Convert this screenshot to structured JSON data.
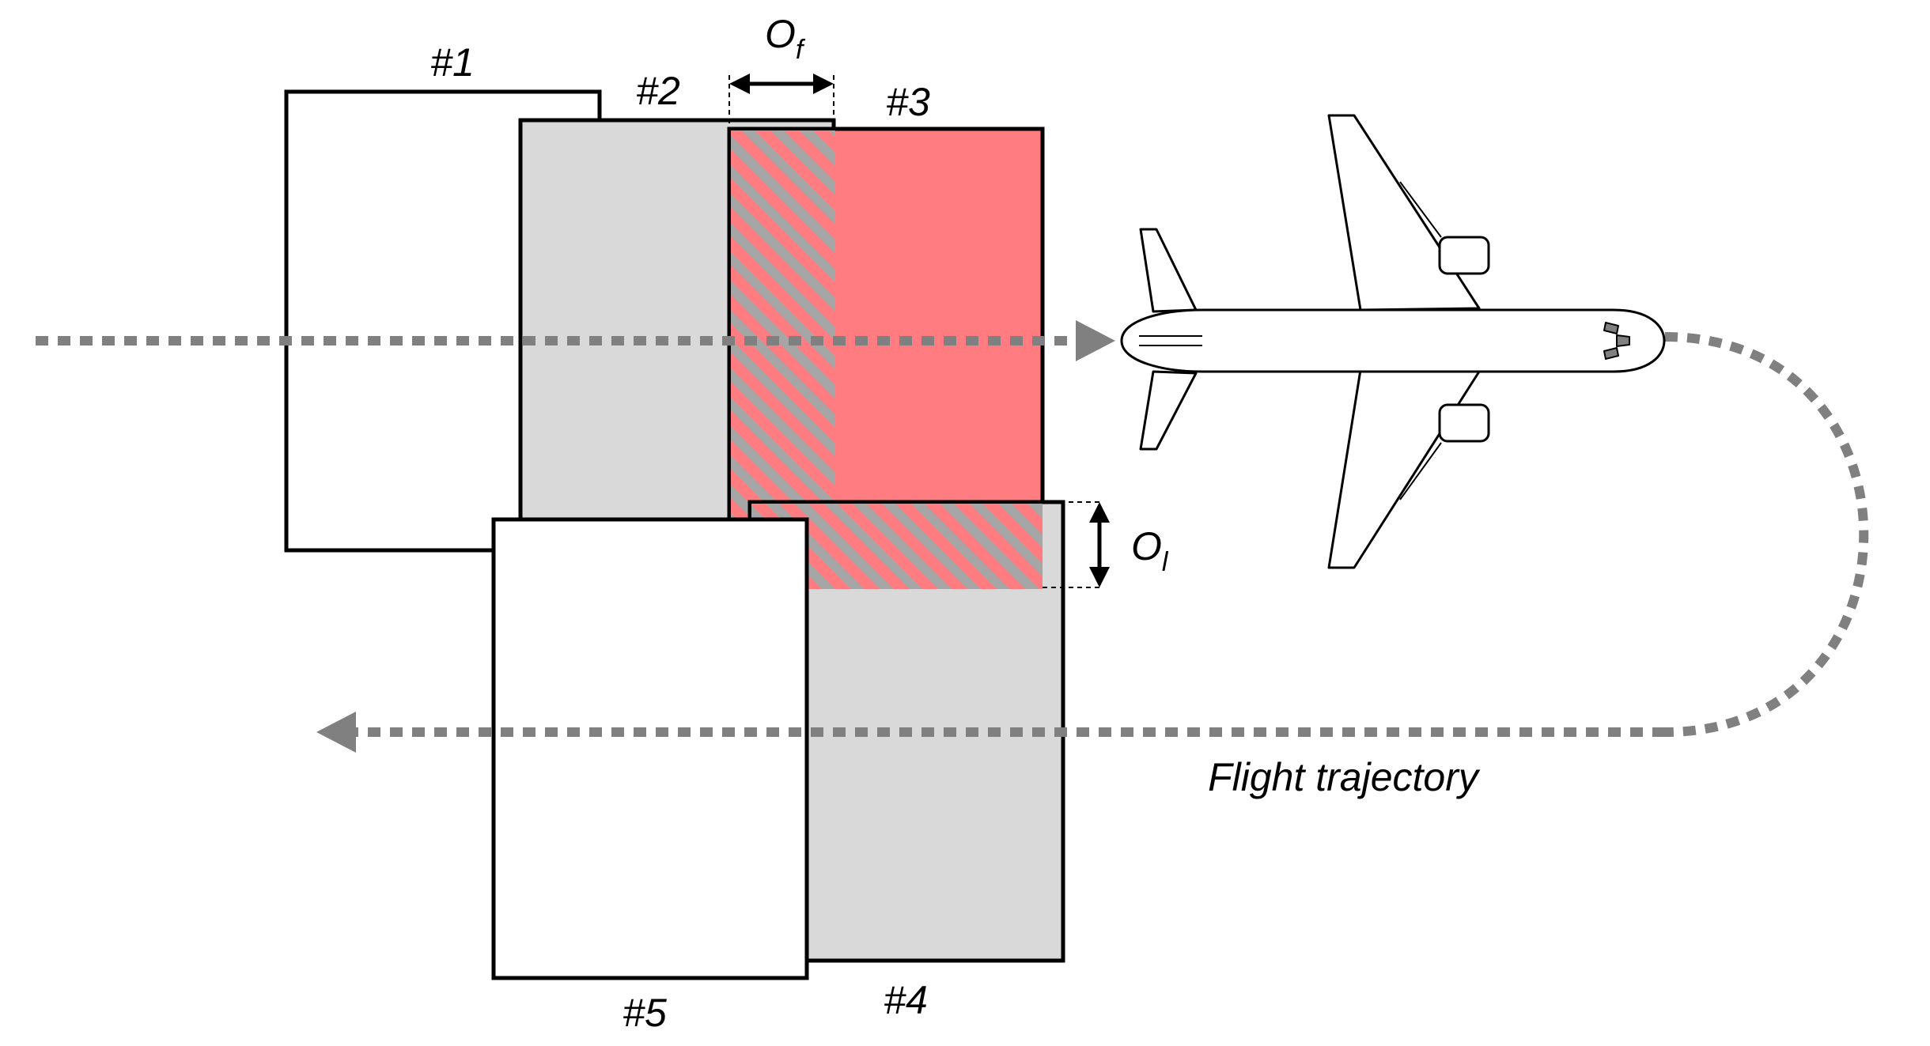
{
  "images": [
    {
      "id": "1",
      "label": "#1",
      "fill": "#ffffff"
    },
    {
      "id": "2",
      "label": "#2",
      "fill": "#d9d9d9"
    },
    {
      "id": "3",
      "label": "#3",
      "fill": "#ff7c80"
    },
    {
      "id": "4",
      "label": "#4",
      "fill": "#d9d9d9"
    },
    {
      "id": "5",
      "label": "#5",
      "fill": "#ffffff"
    }
  ],
  "overlaps": {
    "forward": {
      "symbol": "O",
      "subscript": "f"
    },
    "lateral": {
      "symbol": "O",
      "subscript": "l"
    }
  },
  "trajectory": {
    "label": "Flight trajectory",
    "color": "#808080"
  },
  "colors": {
    "outline": "#000000",
    "hatch": "#a6a6a6",
    "highlight": "#ff7c80",
    "grey": "#d9d9d9"
  },
  "aircraft": {
    "icon": "airplane-icon"
  }
}
